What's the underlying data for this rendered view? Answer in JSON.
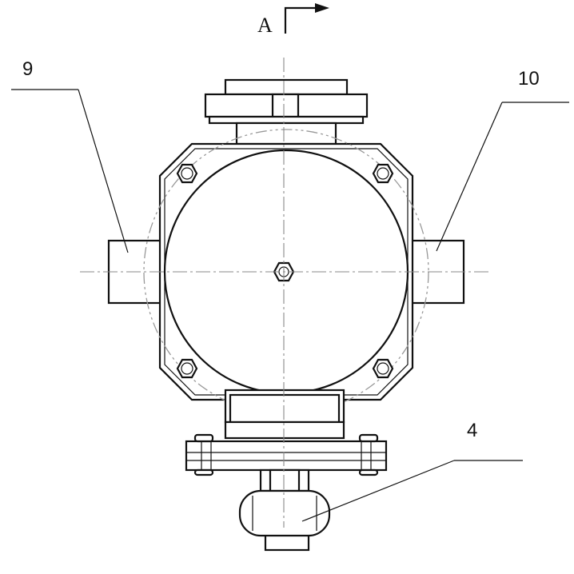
{
  "section_marker": {
    "letter": "A"
  },
  "callouts": [
    {
      "id": "9",
      "label": "9"
    },
    {
      "id": "10",
      "label": "10"
    },
    {
      "id": "4",
      "label": "4"
    }
  ],
  "colors": {
    "line": "#111111",
    "centerline": "#888888",
    "background": "#ffffff"
  }
}
